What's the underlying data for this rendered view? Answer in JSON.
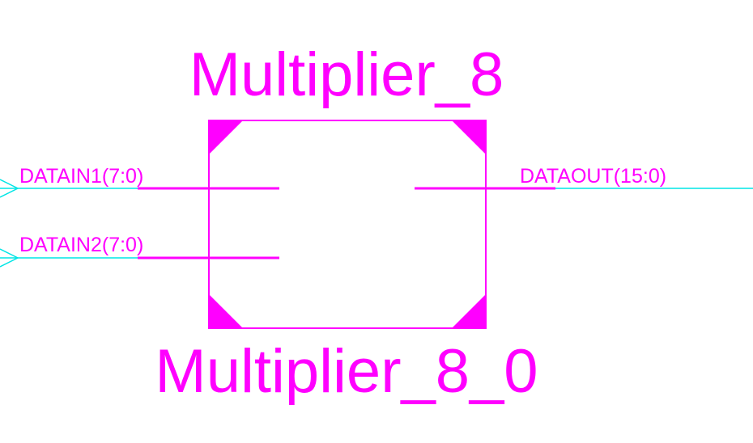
{
  "block": {
    "type_name": "Multiplier_8",
    "instance_name": "Multiplier_8_0"
  },
  "ports": {
    "in1": "DATAIN1(7:0)",
    "in2": "DATAIN2(7:0)",
    "out": "DATAOUT(15:0)"
  },
  "colors": {
    "symbol": "#ff00ff",
    "wire": "#00e5e5",
    "background": "#ffffff"
  }
}
